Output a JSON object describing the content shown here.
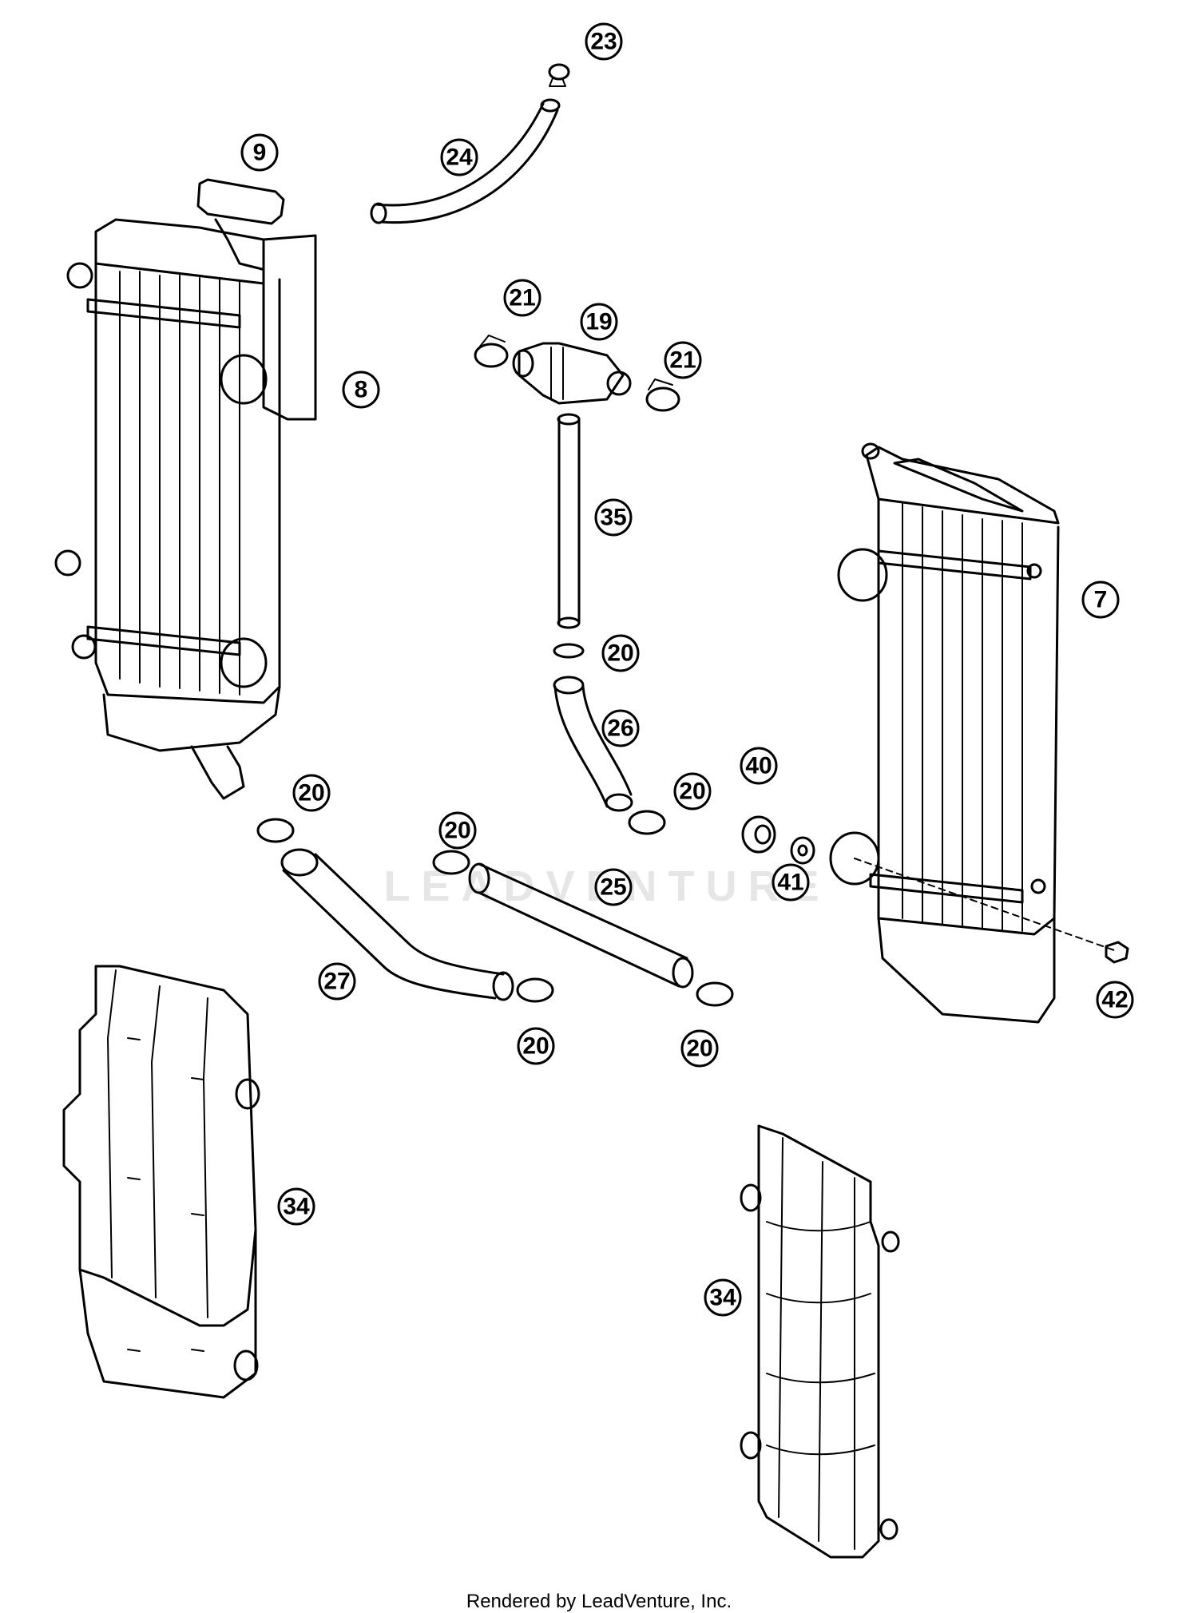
{
  "watermark": "LEADVENTURE",
  "credit": "Rendered by LeadVenture, Inc.",
  "callouts": [
    "23",
    "24",
    "9",
    "8",
    "21",
    "19",
    "21",
    "35",
    "20",
    "26",
    "20",
    "7",
    "40",
    "41",
    "20",
    "20",
    "25",
    "27",
    "20",
    "20",
    "42",
    "34",
    "34"
  ]
}
